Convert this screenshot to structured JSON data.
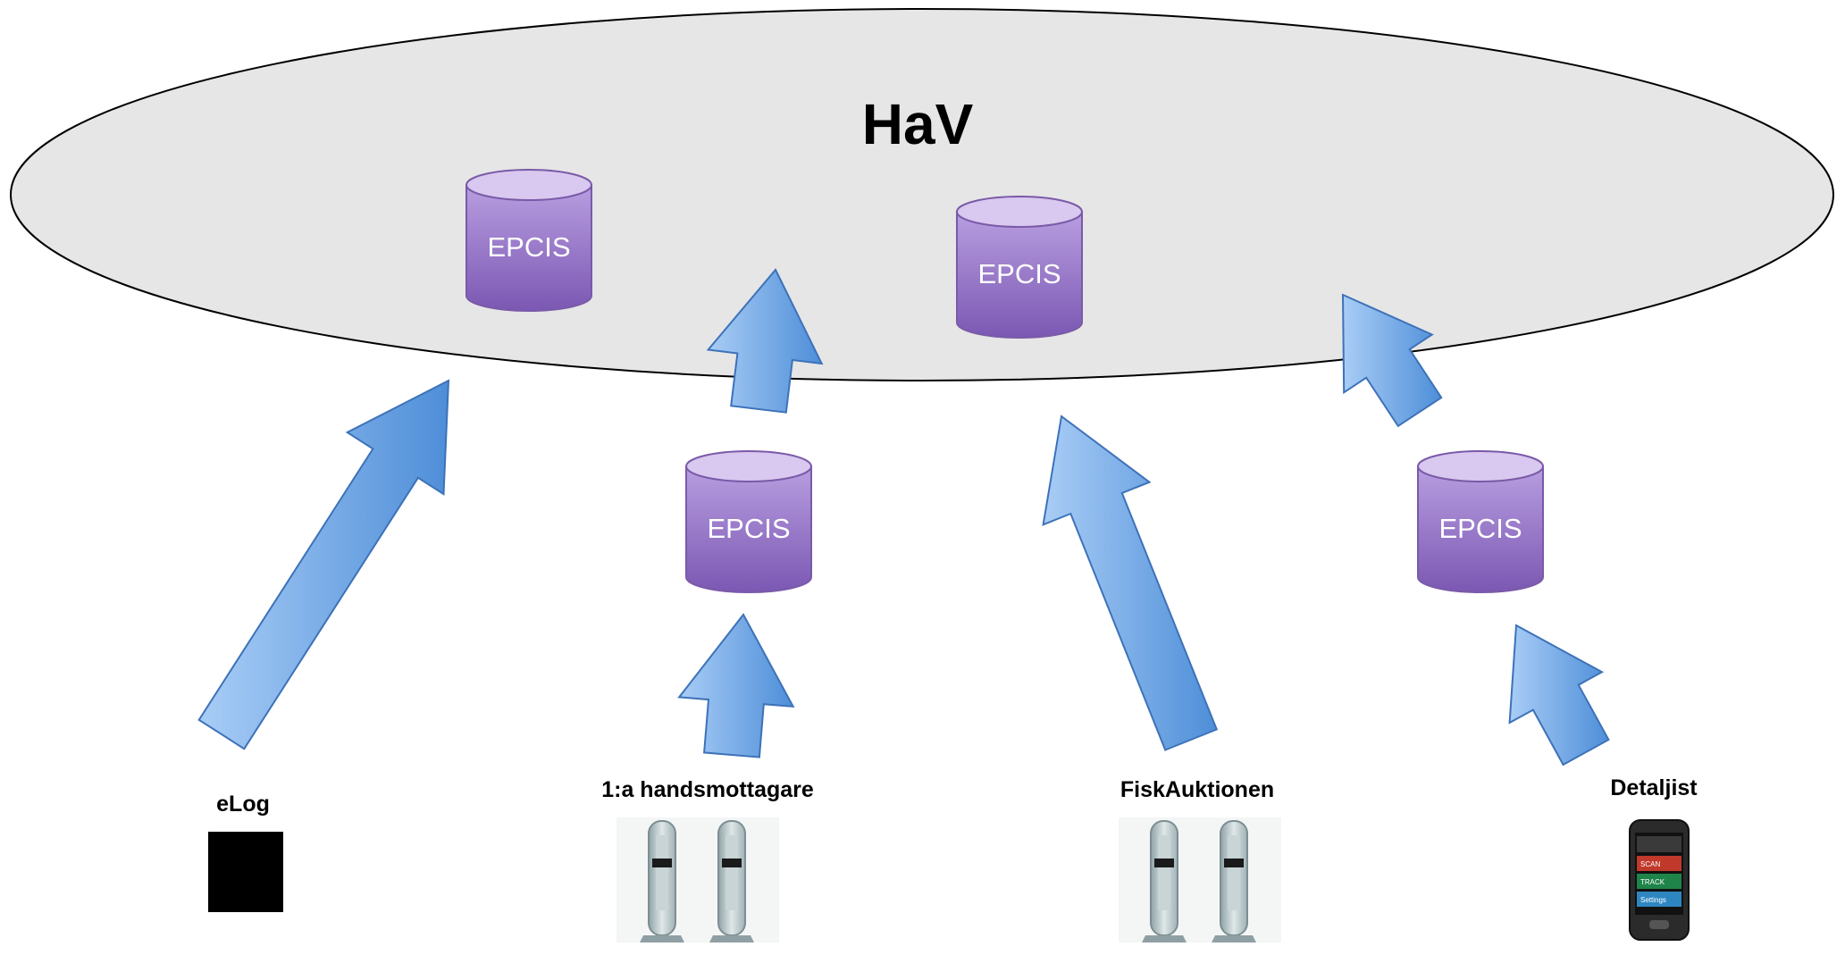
{
  "title": "HaV",
  "epcis_label": "EPCIS",
  "actors": [
    {
      "id": "elog",
      "label": "eLog",
      "device": "black-square-icon"
    },
    {
      "id": "forsta",
      "label": "1:a handsmottagare",
      "device": "rfid-gate-icon"
    },
    {
      "id": "fisk",
      "label": "FiskAuktionen",
      "device": "rfid-gate-icon"
    },
    {
      "id": "detalj",
      "label": "Detaljist",
      "device": "smartphone-icon"
    }
  ],
  "phone": {
    "rows": [
      "SCAN",
      "TRACK",
      "Settings"
    ],
    "row_colors": [
      "#c0392b",
      "#1e8449",
      "#2e86c1"
    ]
  },
  "colors": {
    "ellipse_fill": "#e6e6e6",
    "cylinder_top": "#d9c8ef",
    "cylinder_body": "#9b77cc",
    "arrow_fill": "#7fb0ec",
    "arrow_stroke": "#3d72b8"
  }
}
